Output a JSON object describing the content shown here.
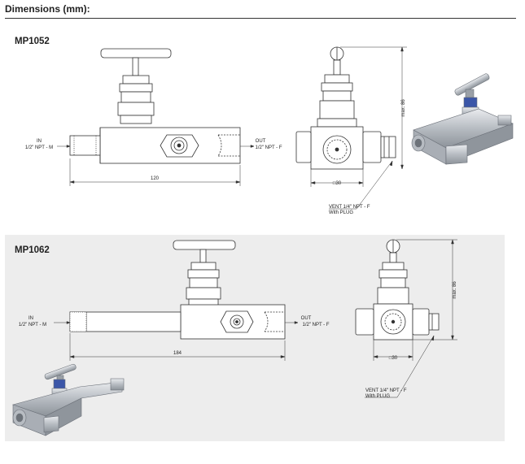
{
  "header": {
    "title": "Dimensions (mm):"
  },
  "mp1052": {
    "name": "MP1052",
    "in_label": "IN",
    "in_thread": "1/2\" NPT - M",
    "out_label": "OUT",
    "out_thread": "1/2\" NPT - F",
    "length": "120",
    "height": "max. 86",
    "width": "□30",
    "vent": "VENT 1/4\" NPT - F",
    "vent_plug": "With PLUG"
  },
  "mp1062": {
    "name": "MP1062",
    "in_label": "IN",
    "in_thread": "1/2\" NPT - M",
    "out_label": "OUT",
    "out_thread": "1/2\" NPT - F",
    "length": "184",
    "height": "max. 86",
    "width": "□30",
    "vent": "VENT 1/4\" NPT - F",
    "vent_plug": "With PLUG"
  },
  "colors": {
    "line": "#333333",
    "panel": "#ededed",
    "steel": "#c9cdd2",
    "blue": "#3b56a8"
  }
}
